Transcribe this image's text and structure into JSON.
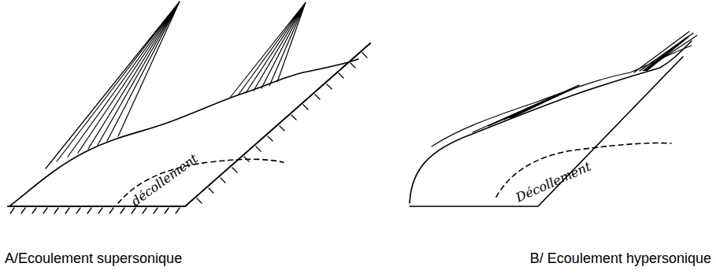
{
  "diagram": {
    "labels": [
      "décollement",
      "Décollement",
      "A/Ecoulement supersonique",
      "B/ Ecoulement hypersonique"
    ]
  }
}
